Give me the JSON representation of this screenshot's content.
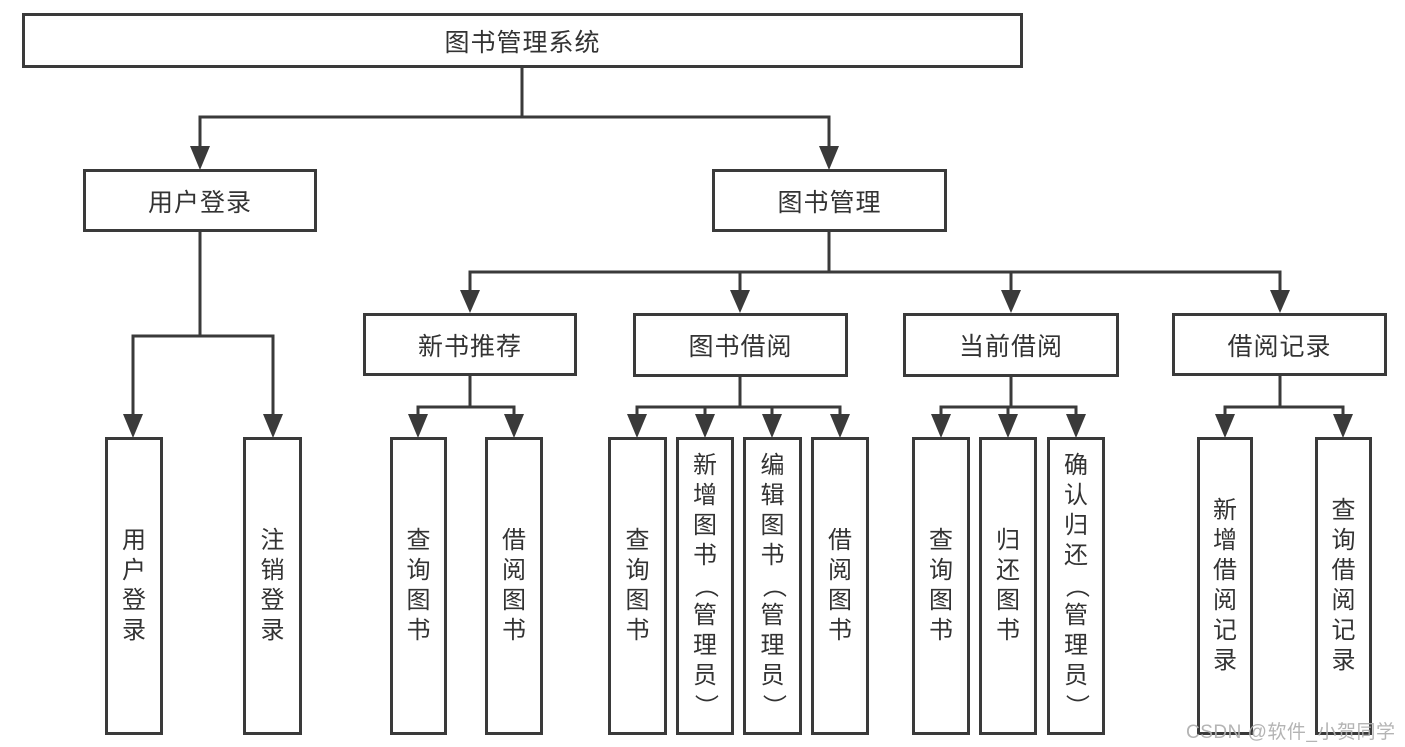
{
  "tree": {
    "root": {
      "label": "图书管理系统"
    },
    "branches": [
      {
        "label": "用户登录",
        "children": [
          {
            "label": "用户登录"
          },
          {
            "label": "注销登录"
          }
        ]
      },
      {
        "label": "图书管理",
        "children": [
          {
            "label": "新书推荐",
            "children": [
              {
                "label": "查询图书"
              },
              {
                "label": "借阅图书"
              }
            ]
          },
          {
            "label": "图书借阅",
            "children": [
              {
                "label": "查询图书"
              },
              {
                "label": "新增图书（管理员）"
              },
              {
                "label": "编辑图书（管理员）"
              },
              {
                "label": "借阅图书"
              }
            ]
          },
          {
            "label": "当前借阅",
            "children": [
              {
                "label": "查询图书"
              },
              {
                "label": "归还图书"
              },
              {
                "label": "确认归还（管理员）"
              }
            ]
          },
          {
            "label": "借阅记录",
            "children": [
              {
                "label": "新增借阅记录"
              },
              {
                "label": "查询借阅记录"
              }
            ]
          }
        ]
      }
    ]
  },
  "watermark": {
    "text": "CSDN @软件_小贺同学"
  },
  "colors": {
    "line": "#3a3a3a",
    "box_border": "#3a3a3a",
    "text": "#333333",
    "watermark": "#b0b0b0",
    "background": "#ffffff"
  }
}
